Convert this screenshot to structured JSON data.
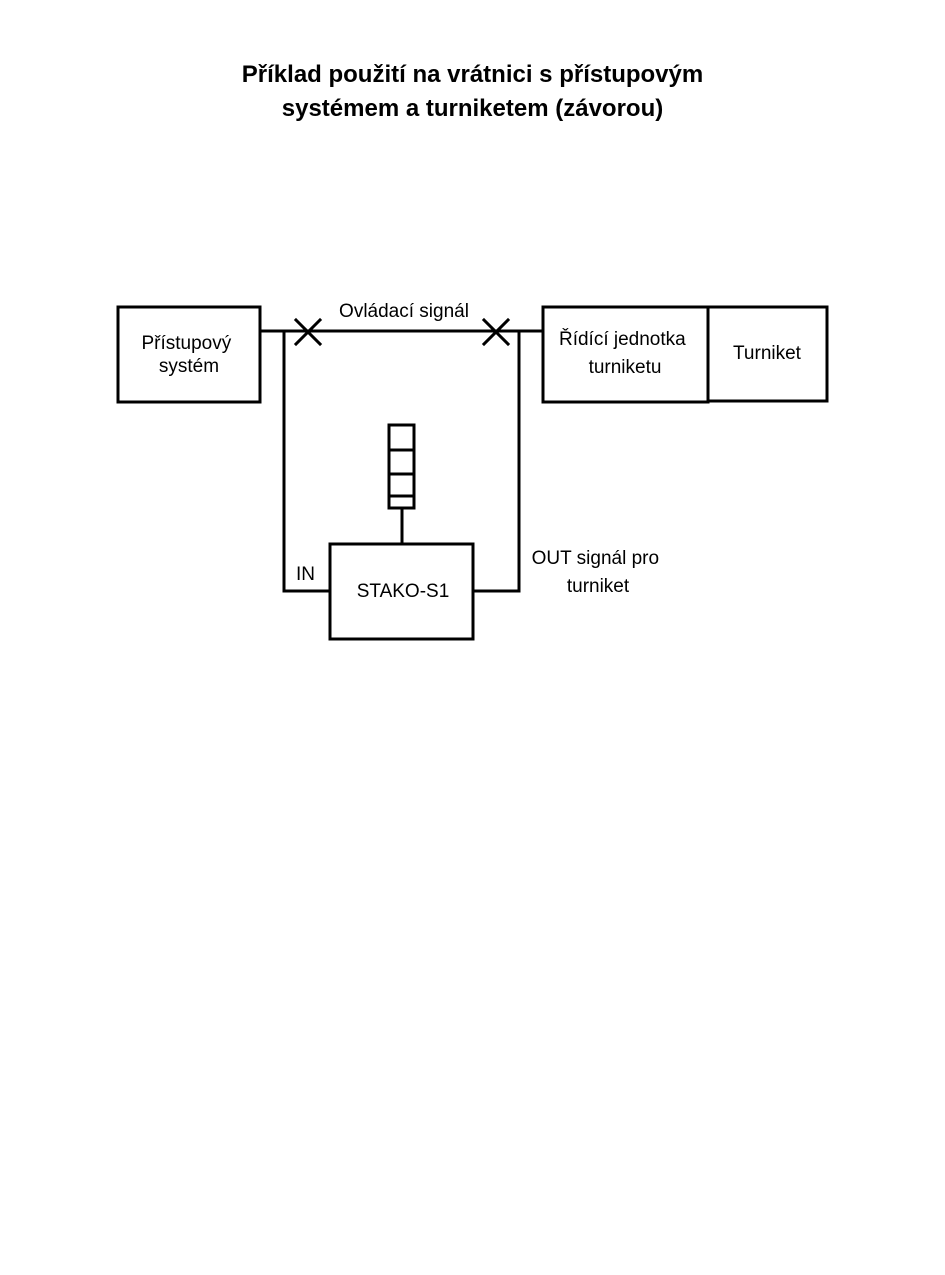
{
  "title": {
    "line1": "Příklad použití na vrátnici s přístupovým",
    "line2": "systémem a turniketem (závorou)"
  },
  "diagram": {
    "access_system": {
      "line1": "Přístupový",
      "line2": "systém"
    },
    "control_unit": {
      "line1": "Řídící jednotka",
      "line2": "turniketu"
    },
    "turnstile": "Turniket",
    "control_signal_label": "Ovládací signál",
    "device": "STAKO-S1",
    "in_label": "IN",
    "out_label": {
      "line1": "OUT signál pro",
      "line2": "turniket"
    },
    "colors": {
      "stroke": "#000000",
      "background": "#ffffff"
    }
  }
}
